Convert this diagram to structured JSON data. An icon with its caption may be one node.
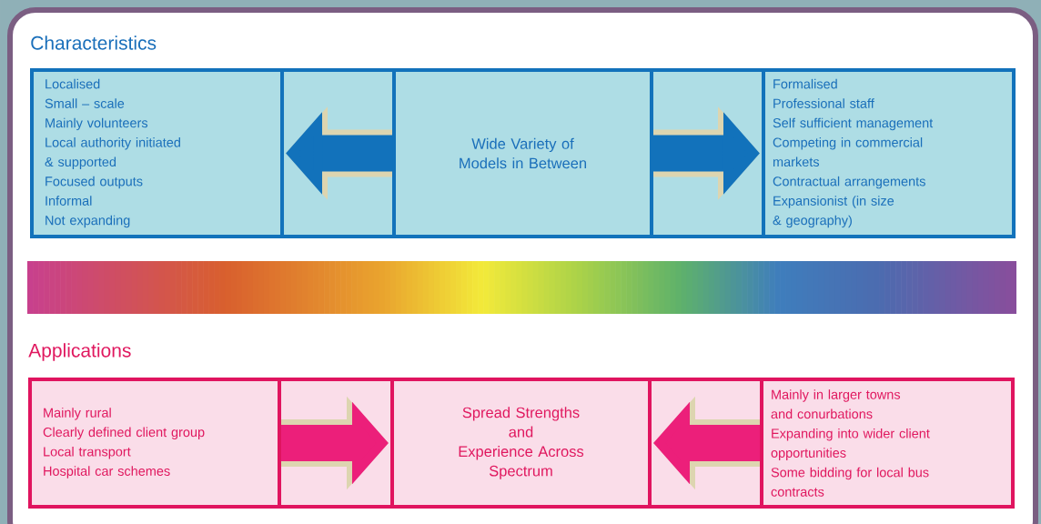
{
  "diagram": {
    "nodes": [
      {
        "text": [
          "Localised",
          "Small – scale",
          "Mainly volunteers",
          "Local authority initiated & supported",
          "Focused outputs",
          "Informal",
          "Not expanding"
        ]
      },
      {
        "text": [
          "Wide Variety of Models in Between"
        ]
      },
      {
        "text": [
          "Formalised",
          "Professional staff",
          "Self sufficient management",
          "Competing in commercial markets",
          "Contractual arrangements",
          "Expansionist (in size & geography)"
        ]
      },
      {
        "text": [
          "Mainly rural",
          "Clearly defined client group",
          "Local transport",
          "Hospital car schemes"
        ]
      },
      {
        "text": [
          "Spread Strengths",
          "and",
          "Experience Across Spectrum"
        ]
      },
      {
        "text": [
          "Mainly in larger towns and conurbations",
          "Expanding into wider client opportunities",
          "Some bidding for local bus contracts"
        ]
      }
    ],
    "edges": [
      {
        "from": 1,
        "to": 0,
        "arrow": "to",
        "color": "#1272bb"
      },
      {
        "from": 1,
        "to": 2,
        "arrow": "to",
        "color": "#1272bb"
      },
      {
        "from": 3,
        "to": 4,
        "arrow": "to",
        "color": "#ec1f7a"
      },
      {
        "from": 5,
        "to": 4,
        "arrow": "to",
        "color": "#ec1f7a"
      }
    ],
    "labels": [
      "Characteristics",
      "Applications"
    ]
  }
}
